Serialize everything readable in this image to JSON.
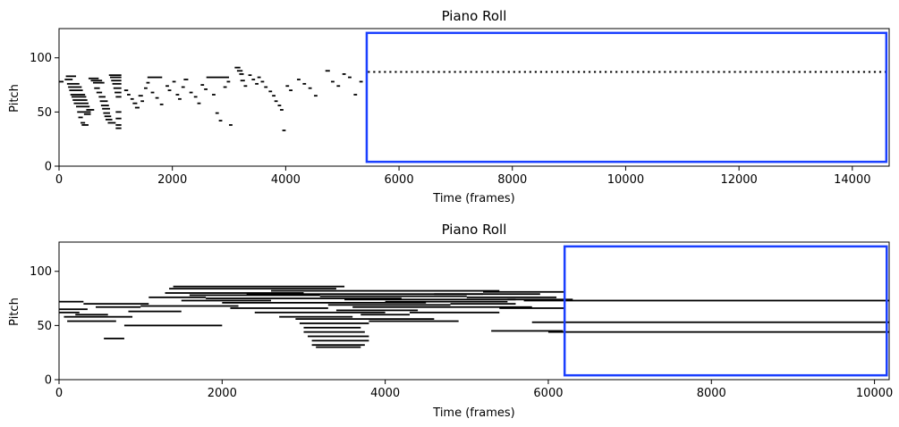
{
  "chart_data": [
    {
      "type": "heatmap",
      "subtype": "piano-roll",
      "title": "Piano Roll",
      "xlabel": "Time (frames)",
      "ylabel": "Pitch",
      "xlim": [
        0,
        14650
      ],
      "ylim": [
        0,
        127
      ],
      "xticks": [
        0,
        2000,
        4000,
        6000,
        8000,
        10000,
        12000,
        14000
      ],
      "yticks": [
        0,
        50,
        100
      ],
      "highlight_box": {
        "x0": 5430,
        "x1": 14600,
        "y0": 4,
        "y1": 123,
        "color": "#1a3fff"
      },
      "grid": false,
      "notes": [
        {
          "t0": 0,
          "t1": 80,
          "p": 78
        },
        {
          "t0": 100,
          "t1": 240,
          "p": 80
        },
        {
          "t0": 120,
          "t1": 300,
          "p": 83
        },
        {
          "t0": 140,
          "t1": 360,
          "p": 76
        },
        {
          "t0": 160,
          "t1": 400,
          "p": 73
        },
        {
          "t0": 180,
          "t1": 420,
          "p": 70
        },
        {
          "t0": 200,
          "t1": 460,
          "p": 66
        },
        {
          "t0": 220,
          "t1": 480,
          "p": 64
        },
        {
          "t0": 240,
          "t1": 500,
          "p": 61
        },
        {
          "t0": 260,
          "t1": 520,
          "p": 58
        },
        {
          "t0": 300,
          "t1": 540,
          "p": 55
        },
        {
          "t0": 320,
          "t1": 560,
          "p": 50
        },
        {
          "t0": 340,
          "t1": 420,
          "p": 45
        },
        {
          "t0": 380,
          "t1": 460,
          "p": 40
        },
        {
          "t0": 400,
          "t1": 520,
          "p": 38
        },
        {
          "t0": 440,
          "t1": 560,
          "p": 48
        },
        {
          "t0": 480,
          "t1": 620,
          "p": 52
        },
        {
          "t0": 520,
          "t1": 700,
          "p": 81
        },
        {
          "t0": 560,
          "t1": 760,
          "p": 79
        },
        {
          "t0": 600,
          "t1": 800,
          "p": 77
        },
        {
          "t0": 620,
          "t1": 720,
          "p": 72
        },
        {
          "t0": 660,
          "t1": 760,
          "p": 68
        },
        {
          "t0": 700,
          "t1": 820,
          "p": 64
        },
        {
          "t0": 720,
          "t1": 860,
          "p": 60
        },
        {
          "t0": 740,
          "t1": 880,
          "p": 56
        },
        {
          "t0": 760,
          "t1": 900,
          "p": 53
        },
        {
          "t0": 780,
          "t1": 900,
          "p": 49
        },
        {
          "t0": 800,
          "t1": 920,
          "p": 46
        },
        {
          "t0": 820,
          "t1": 940,
          "p": 43
        },
        {
          "t0": 860,
          "t1": 1000,
          "p": 40
        },
        {
          "t0": 880,
          "t1": 1100,
          "p": 84
        },
        {
          "t0": 900,
          "t1": 1100,
          "p": 82
        },
        {
          "t0": 920,
          "t1": 1100,
          "p": 79
        },
        {
          "t0": 940,
          "t1": 1100,
          "p": 76
        },
        {
          "t0": 960,
          "t1": 1100,
          "p": 72
        },
        {
          "t0": 980,
          "t1": 1100,
          "p": 68
        },
        {
          "t0": 1000,
          "t1": 1100,
          "p": 64
        },
        {
          "t0": 1000,
          "t1": 1100,
          "p": 50
        },
        {
          "t0": 1000,
          "t1": 1100,
          "p": 44
        },
        {
          "t0": 1000,
          "t1": 1100,
          "p": 38
        },
        {
          "t0": 1000,
          "t1": 1100,
          "p": 35
        },
        {
          "t0": 1150,
          "t1": 1220,
          "p": 70
        },
        {
          "t0": 1200,
          "t1": 1260,
          "p": 66
        },
        {
          "t0": 1260,
          "t1": 1320,
          "p": 62
        },
        {
          "t0": 1300,
          "t1": 1380,
          "p": 58
        },
        {
          "t0": 1340,
          "t1": 1420,
          "p": 54
        },
        {
          "t0": 1400,
          "t1": 1480,
          "p": 65
        },
        {
          "t0": 1440,
          "t1": 1500,
          "p": 60
        },
        {
          "t0": 1500,
          "t1": 1560,
          "p": 72
        },
        {
          "t0": 1540,
          "t1": 1600,
          "p": 77
        },
        {
          "t0": 1560,
          "t1": 1820,
          "p": 82
        },
        {
          "t0": 1620,
          "t1": 1680,
          "p": 68
        },
        {
          "t0": 1700,
          "t1": 1760,
          "p": 63
        },
        {
          "t0": 1780,
          "t1": 1840,
          "p": 57
        },
        {
          "t0": 1880,
          "t1": 1940,
          "p": 74
        },
        {
          "t0": 1920,
          "t1": 1980,
          "p": 70
        },
        {
          "t0": 2000,
          "t1": 2060,
          "p": 78
        },
        {
          "t0": 2060,
          "t1": 2120,
          "p": 66
        },
        {
          "t0": 2100,
          "t1": 2160,
          "p": 62
        },
        {
          "t0": 2160,
          "t1": 2220,
          "p": 73
        },
        {
          "t0": 2200,
          "t1": 2280,
          "p": 80
        },
        {
          "t0": 2300,
          "t1": 2360,
          "p": 68
        },
        {
          "t0": 2380,
          "t1": 2440,
          "p": 64
        },
        {
          "t0": 2440,
          "t1": 2500,
          "p": 58
        },
        {
          "t0": 2500,
          "t1": 2560,
          "p": 75
        },
        {
          "t0": 2560,
          "t1": 2620,
          "p": 71
        },
        {
          "t0": 2600,
          "t1": 3000,
          "p": 82
        },
        {
          "t0": 2700,
          "t1": 2760,
          "p": 66
        },
        {
          "t0": 2760,
          "t1": 2820,
          "p": 49
        },
        {
          "t0": 2820,
          "t1": 2880,
          "p": 42
        },
        {
          "t0": 2900,
          "t1": 2960,
          "p": 73
        },
        {
          "t0": 2960,
          "t1": 3020,
          "p": 78
        },
        {
          "t0": 3000,
          "t1": 3060,
          "p": 38
        },
        {
          "t0": 3100,
          "t1": 3200,
          "p": 91
        },
        {
          "t0": 3140,
          "t1": 3240,
          "p": 88
        },
        {
          "t0": 3180,
          "t1": 3260,
          "p": 85
        },
        {
          "t0": 3200,
          "t1": 3280,
          "p": 79
        },
        {
          "t0": 3260,
          "t1": 3320,
          "p": 74
        },
        {
          "t0": 3340,
          "t1": 3400,
          "p": 84
        },
        {
          "t0": 3400,
          "t1": 3460,
          "p": 80
        },
        {
          "t0": 3460,
          "t1": 3520,
          "p": 76
        },
        {
          "t0": 3500,
          "t1": 3560,
          "p": 82
        },
        {
          "t0": 3560,
          "t1": 3620,
          "p": 78
        },
        {
          "t0": 3620,
          "t1": 3680,
          "p": 73
        },
        {
          "t0": 3700,
          "t1": 3760,
          "p": 69
        },
        {
          "t0": 3760,
          "t1": 3820,
          "p": 65
        },
        {
          "t0": 3800,
          "t1": 3860,
          "p": 60
        },
        {
          "t0": 3860,
          "t1": 3920,
          "p": 56
        },
        {
          "t0": 3900,
          "t1": 3960,
          "p": 52
        },
        {
          "t0": 3940,
          "t1": 4000,
          "p": 33
        },
        {
          "t0": 4000,
          "t1": 4060,
          "p": 74
        },
        {
          "t0": 4060,
          "t1": 4120,
          "p": 70
        },
        {
          "t0": 4200,
          "t1": 4260,
          "p": 80
        },
        {
          "t0": 4300,
          "t1": 4360,
          "p": 76
        },
        {
          "t0": 4400,
          "t1": 4460,
          "p": 72
        },
        {
          "t0": 4500,
          "t1": 4560,
          "p": 65
        },
        {
          "t0": 4700,
          "t1": 4780,
          "p": 88
        },
        {
          "t0": 4800,
          "t1": 4860,
          "p": 78
        },
        {
          "t0": 4900,
          "t1": 4960,
          "p": 74
        },
        {
          "t0": 5000,
          "t1": 5060,
          "p": 85
        },
        {
          "t0": 5100,
          "t1": 5160,
          "p": 82
        },
        {
          "t0": 5200,
          "t1": 5260,
          "p": 66
        },
        {
          "t0": 5300,
          "t1": 5360,
          "p": 78
        }
      ]
    },
    {
      "type": "heatmap",
      "subtype": "piano-roll",
      "title": "Piano Roll",
      "xlabel": "Time (frames)",
      "ylabel": "Pitch",
      "xlim": [
        0,
        10180
      ],
      "ylim": [
        0,
        127
      ],
      "xticks": [
        0,
        2000,
        4000,
        6000,
        8000,
        10000
      ],
      "yticks": [
        0,
        50,
        100
      ],
      "highlight_box": {
        "x0": 6200,
        "x1": 10150,
        "y0": 4,
        "y1": 123,
        "color": "#1a3fff"
      },
      "grid": false,
      "notes": [
        {
          "t0": 0,
          "t1": 300,
          "p": 72
        },
        {
          "t0": 0,
          "t1": 350,
          "p": 65
        },
        {
          "t0": 0,
          "t1": 250,
          "p": 62
        },
        {
          "t0": 60,
          "t1": 900,
          "p": 58
        },
        {
          "t0": 100,
          "t1": 700,
          "p": 54
        },
        {
          "t0": 200,
          "t1": 600,
          "p": 60
        },
        {
          "t0": 300,
          "t1": 1100,
          "p": 70
        },
        {
          "t0": 450,
          "t1": 1000,
          "p": 67
        },
        {
          "t0": 550,
          "t1": 800,
          "p": 38
        },
        {
          "t0": 800,
          "t1": 2000,
          "p": 50
        },
        {
          "t0": 850,
          "t1": 1500,
          "p": 63
        },
        {
          "t0": 1000,
          "t1": 2200,
          "p": 68
        },
        {
          "t0": 1100,
          "t1": 1800,
          "p": 76
        },
        {
          "t0": 1300,
          "t1": 3000,
          "p": 80
        },
        {
          "t0": 1350,
          "t1": 3400,
          "p": 84
        },
        {
          "t0": 1400,
          "t1": 3500,
          "p": 86
        },
        {
          "t0": 1500,
          "t1": 2600,
          "p": 73
        },
        {
          "t0": 1600,
          "t1": 3200,
          "p": 78
        },
        {
          "t0": 1800,
          "t1": 4200,
          "p": 75
        },
        {
          "t0": 2000,
          "t1": 4500,
          "p": 71
        },
        {
          "t0": 2100,
          "t1": 3300,
          "p": 66
        },
        {
          "t0": 2300,
          "t1": 5200,
          "p": 79
        },
        {
          "t0": 2400,
          "t1": 4000,
          "p": 62
        },
        {
          "t0": 2600,
          "t1": 5400,
          "p": 82
        },
        {
          "t0": 2700,
          "t1": 3600,
          "p": 58
        },
        {
          "t0": 2900,
          "t1": 4600,
          "p": 56
        },
        {
          "t0": 2950,
          "t1": 3800,
          "p": 52
        },
        {
          "t0": 3000,
          "t1": 3700,
          "p": 48
        },
        {
          "t0": 3000,
          "t1": 3750,
          "p": 44
        },
        {
          "t0": 3050,
          "t1": 3800,
          "p": 40
        },
        {
          "t0": 3100,
          "t1": 3800,
          "p": 36
        },
        {
          "t0": 3100,
          "t1": 3750,
          "p": 32
        },
        {
          "t0": 3150,
          "t1": 3700,
          "p": 30
        },
        {
          "t0": 3200,
          "t1": 5000,
          "p": 77
        },
        {
          "t0": 3300,
          "t1": 4800,
          "p": 69
        },
        {
          "t0": 3400,
          "t1": 4400,
          "p": 64
        },
        {
          "t0": 3500,
          "t1": 5600,
          "p": 74
        },
        {
          "t0": 3600,
          "t1": 5800,
          "p": 67
        },
        {
          "t0": 3700,
          "t1": 4300,
          "p": 60
        },
        {
          "t0": 3800,
          "t1": 4900,
          "p": 54
        },
        {
          "t0": 4000,
          "t1": 5500,
          "p": 72
        },
        {
          "t0": 4300,
          "t1": 5400,
          "p": 62
        },
        {
          "t0": 4600,
          "t1": 5900,
          "p": 79
        },
        {
          "t0": 4800,
          "t1": 5600,
          "p": 70
        },
        {
          "t0": 5000,
          "t1": 6100,
          "p": 76
        },
        {
          "t0": 5200,
          "t1": 6200,
          "p": 81
        },
        {
          "t0": 5400,
          "t1": 6200,
          "p": 66
        },
        {
          "t0": 5500,
          "t1": 6300,
          "p": 74
        },
        {
          "t0": 5300,
          "t1": 6180,
          "p": 45
        },
        {
          "t0": 5700,
          "t1": 10180,
          "p": 73
        },
        {
          "t0": 5800,
          "t1": 10180,
          "p": 53
        },
        {
          "t0": 6000,
          "t1": 10180,
          "p": 44
        }
      ]
    }
  ]
}
